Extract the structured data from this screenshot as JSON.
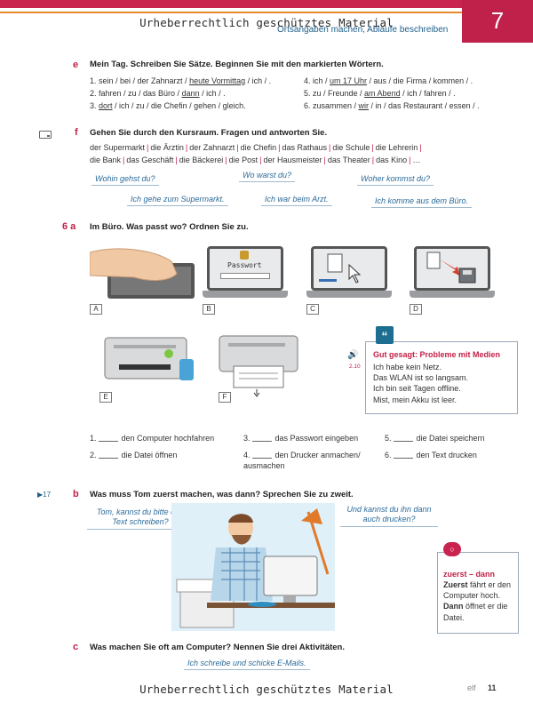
{
  "header": {
    "chapter": "7",
    "subtitle": "Ortsangaben machen, Abläufe beschreiben",
    "watermark": "Urheberrechtlich geschütztes Material"
  },
  "e": {
    "letter": "e",
    "instruction": "Mein Tag. Schreiben Sie Sätze. Beginnen Sie mit den markierten Wörtern.",
    "items": [
      {
        "pre": "1. sein / bei / der Zahnarzt / ",
        "mark": "heute Vormittag",
        "post": " / ich / ."
      },
      {
        "pre": "2. fahren / zu / das Büro / ",
        "mark": "dann",
        "post": " / ich / ."
      },
      {
        "pre": "3. ",
        "mark": "dort",
        "post": " / ich / zu / die Chefin / gehen / gleich."
      },
      {
        "pre": "4. ich / ",
        "mark": "um 17 Uhr",
        "post": " / aus / die Firma / kommen / ."
      },
      {
        "pre": "5. zu / Freunde / ",
        "mark": "am Abend",
        "post": " / ich / fahren / ."
      },
      {
        "pre": "6. zusammen / ",
        "mark": "wir",
        "post": " / in / das Restaurant / essen / ."
      }
    ]
  },
  "f": {
    "letter": "f",
    "instruction": "Gehen Sie durch den Kursraum. Fragen und antworten Sie.",
    "words_line1": [
      "der Supermarkt",
      "die Ärztin",
      "der Zahnarzt",
      "die Chefin",
      "das Rathaus",
      "die Schule",
      "die Lehrerin",
      ""
    ],
    "words_line2": [
      "die Bank",
      "das Geschäft",
      "die Bäckerei",
      "die Post",
      "der Hausmeister",
      "das Theater",
      "das Kino",
      "…"
    ],
    "bubbles": {
      "q1": "Wohin gehst du?",
      "q2": "Wo warst du?",
      "q3": "Woher kommst du?",
      "a1": "Ich gehe zum Supermarkt.",
      "a2": "Ich war beim Arzt.",
      "a3": "Ich komme aus dem Büro."
    }
  },
  "six_a": {
    "number": "6 a",
    "instruction": "Im Büro. Was passt wo? Ordnen Sie zu.",
    "labels": [
      "A",
      "B",
      "C",
      "D",
      "E",
      "F"
    ],
    "password_text": "Passwort",
    "match": [
      {
        "n": "1.",
        "text": "den Computer hochfahren"
      },
      {
        "n": "2.",
        "text": "die Datei öffnen"
      },
      {
        "n": "3.",
        "text": "das Passwort eingeben"
      },
      {
        "n": "4.",
        "text": "den Drucker anmachen/ ausmachen"
      },
      {
        "n": "5.",
        "text": "die Datei speichern"
      },
      {
        "n": "6.",
        "text": "den Text drucken"
      }
    ]
  },
  "info_box": {
    "track": "2.10",
    "title": "Gut gesagt: Probleme mit Medien",
    "lines": [
      "Ich habe kein Netz.",
      "Das WLAN ist so langsam.",
      "Ich bin seit Tagen offline.",
      "Mist, mein Akku ist leer."
    ]
  },
  "b": {
    "track": "17",
    "letter": "b",
    "instruction": "Was muss Tom zuerst machen, was dann? Sprechen Sie zu zweit.",
    "bubble_left": "Tom, kannst du bitte den Text schreiben?",
    "bubble_right": "Und kannst du ihn dann auch drucken?"
  },
  "zuerst_box": {
    "title": "zuerst – dann",
    "w1": "Zuerst",
    "t1": " fährt er den Computer hoch.",
    "w2": "Dann",
    "t2": " öffnet er die Datei."
  },
  "c": {
    "letter": "c",
    "instruction": "Was machen Sie oft am Computer? Nennen Sie drei Aktivitäten.",
    "bubble": "Ich schreibe und schicke E-Mails."
  },
  "footer": {
    "word": "elf",
    "page": "11"
  }
}
